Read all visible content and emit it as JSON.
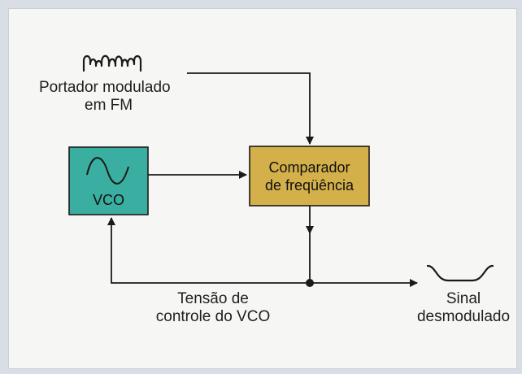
{
  "blocks": {
    "vco": {
      "label": "VCO",
      "fill": "#3aaea0"
    },
    "comparator": {
      "line1": "Comparador",
      "line2": "de freqüência",
      "fill": "#d4b04a"
    }
  },
  "labels": {
    "input_line1": "Portador modulado",
    "input_line2": "em FM",
    "feedback_line1": "Tensão de",
    "feedback_line2": "controle do VCO",
    "output_line1": "Sinal",
    "output_line2": "desmodulado"
  },
  "icons": {
    "input": "fm-wave-icon",
    "vco": "sine-wave-icon",
    "output": "demodulated-dip-icon"
  },
  "colors": {
    "line": "#1a1a1a",
    "page": "#f6f6f4"
  }
}
